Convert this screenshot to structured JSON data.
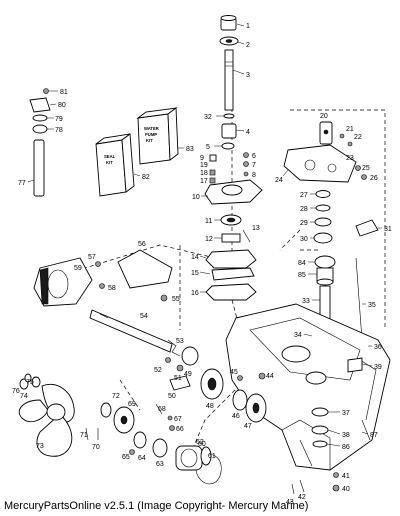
{
  "caption": "MercuryPartsOnline v2.5.1 (Image Copyright- Mercury Marine)",
  "kits": {
    "water_pump_kit": [
      "WATER",
      "PUMP",
      "KIT"
    ],
    "seal_kit": [
      "SEAL",
      "KIT"
    ]
  },
  "callouts": [
    "1",
    "2",
    "3",
    "4",
    "5",
    "6",
    "7",
    "8",
    "9",
    "10",
    "11",
    "12",
    "13",
    "14",
    "15",
    "16",
    "17",
    "18",
    "19",
    "20",
    "21",
    "22",
    "23",
    "24",
    "25",
    "26",
    "27",
    "28",
    "29",
    "30",
    "31",
    "32",
    "33",
    "34",
    "35",
    "36",
    "37",
    "38",
    "39",
    "40",
    "41",
    "42",
    "43",
    "44",
    "45",
    "46",
    "47",
    "48",
    "49",
    "50",
    "51",
    "52",
    "53",
    "54",
    "55",
    "56",
    "57",
    "58",
    "59",
    "60",
    "61",
    "62",
    "63",
    "64",
    "65",
    "66",
    "67",
    "68",
    "69",
    "70",
    "71",
    "72",
    "73",
    "74",
    "75",
    "76",
    "77",
    "78",
    "79",
    "80",
    "81",
    "82",
    "83",
    "84",
    "85",
    "86",
    "87"
  ]
}
